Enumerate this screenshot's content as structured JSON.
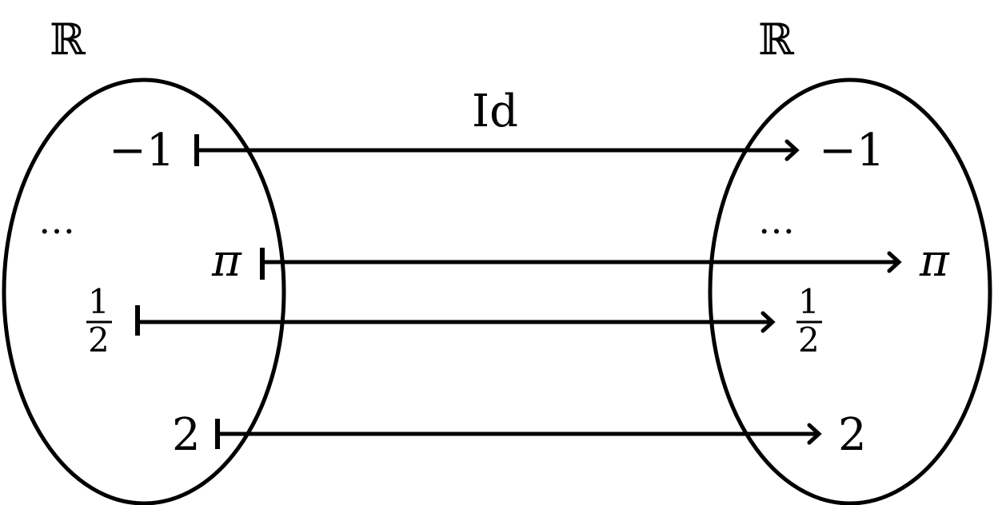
{
  "domain_sets": {
    "left_label": "ℝ",
    "right_label": "ℝ"
  },
  "map": {
    "label": "Id"
  },
  "ellipsis": {
    "left": "…",
    "right": "…"
  },
  "elements": [
    {
      "source": "−1",
      "target": "−1"
    },
    {
      "source": "π",
      "target": "π"
    },
    {
      "source_num": "1",
      "source_den": "2",
      "target_num": "1",
      "target_den": "2"
    },
    {
      "source": "2",
      "target": "2"
    }
  ],
  "colors": {
    "stroke": "#000000",
    "background": "#ffffff"
  }
}
